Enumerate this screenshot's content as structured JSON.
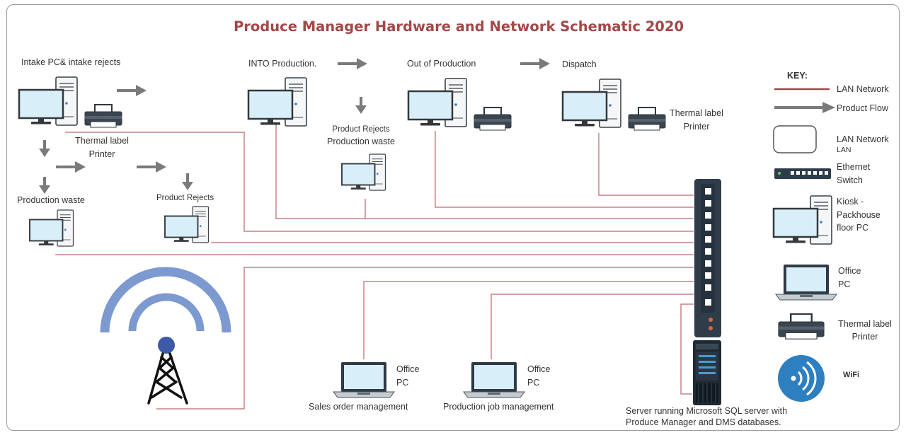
{
  "title": "Produce Manager Hardware and Network Schematic 2020",
  "colors": {
    "lan": "#a94448",
    "flow": "#7a7a7a",
    "title": "#a24848",
    "monitor_screen": "#d8eef8",
    "monitor_bezel": "#33383c",
    "switch_body": "#2f3d4a",
    "wifi_blue": "#3b5aa7"
  },
  "stations": {
    "intake": "Intake PC& intake rejects",
    "intake_printer_line1": "Thermal label",
    "intake_printer_line2": "Printer",
    "into_production": "INTO Production.",
    "product_rejects_line1": "Product Rejects",
    "product_rejects_line2": "Production  waste",
    "out_of_production": "Out of Production",
    "dispatch": "Dispatch",
    "dispatch_printer_line1": "Thermal label",
    "dispatch_printer_line2": "Printer",
    "production_waste": "Production  waste",
    "product_rejects": "Product Rejects"
  },
  "office": {
    "sales_pc_line1": "Office",
    "sales_pc_line2": "PC",
    "sales_caption": "Sales order management",
    "production_pc_line1": "Office",
    "production_pc_line2": "PC",
    "production_caption": "Production job management"
  },
  "server": {
    "caption_line1": "Server running Microsoft SQL server with",
    "caption_line2": "Produce Manager and DMS  databases."
  },
  "key": {
    "heading": "KEY:",
    "lan": "LAN Network",
    "flow": "Product Flow",
    "lan_box_line1": "LAN Network",
    "lan_box_line2": "LAN",
    "switch_line1": "Ethernet",
    "switch_line2": "Switch",
    "kiosk_line1": "Kiosk  -",
    "kiosk_line2": "Packhouse",
    "kiosk_line3": "floor PC",
    "office_line1": "Office",
    "office_line2": "PC",
    "printer_line1": "Thermal label",
    "printer_line2": "Printer",
    "wifi": "WiFi"
  },
  "icons": {
    "desktop": "desktop-pc-icon",
    "printer": "thermal-printer-icon",
    "laptop": "laptop-icon",
    "switch": "ethernet-switch-icon",
    "server": "server-icon",
    "tower": "wifi-tower-icon",
    "wifi": "wifi-icon",
    "arrow": "flow-arrow-icon"
  }
}
